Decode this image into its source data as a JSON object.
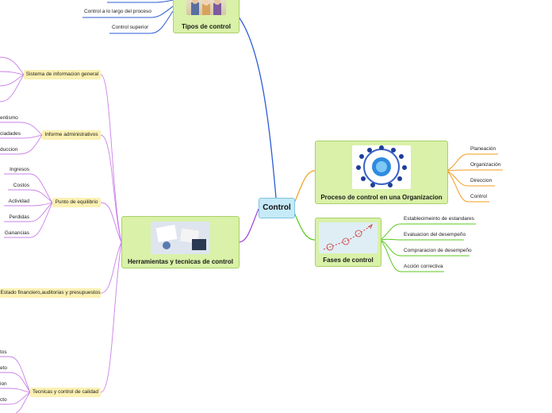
{
  "central": "Control",
  "tipos": {
    "title": "Tipos de control",
    "items": [
      "Control a lo largo del proceso",
      "Control superior"
    ]
  },
  "proceso": {
    "title": "Proceso de control en una Organizacion",
    "items": [
      "Planeación",
      "Organización",
      "Direccion",
      "Control"
    ]
  },
  "fases": {
    "title": "Fases de control",
    "items": [
      "Establecimeinto de estandares",
      "Evaluacion del desempeño",
      "Compraracion de desempeño",
      "Acción correctiva"
    ]
  },
  "herramientas": {
    "title": "Herramientas y tecnicas de control",
    "sistema": {
      "label": "Sistema de informacion general"
    },
    "informe": {
      "label": "Informe administrativos",
      "items": [
        "entismo",
        "ciadades",
        "duccion"
      ]
    },
    "punto": {
      "label": "Punto de equilibrio",
      "items": [
        "Ingresos",
        "Costos",
        "Actividad",
        "Perdidas",
        "Ganancias"
      ]
    },
    "estado": {
      "label": "Estado financiero,auditorias y presupuestos"
    },
    "tecnicas": {
      "label": "Tecnicas y control de calidad",
      "items": [
        "tos",
        "eto",
        "ion",
        "cto"
      ]
    }
  },
  "colors": {
    "tipos_branch": "#2a5bd7",
    "proceso_branch": "#f39c1f",
    "fases_branch": "#5ac81e",
    "herramientas_branch": "#a040d8",
    "node_fill": "#d9f1a8",
    "central_fill": "#c6eaf7",
    "sub_fill": "#fbf1b3"
  }
}
